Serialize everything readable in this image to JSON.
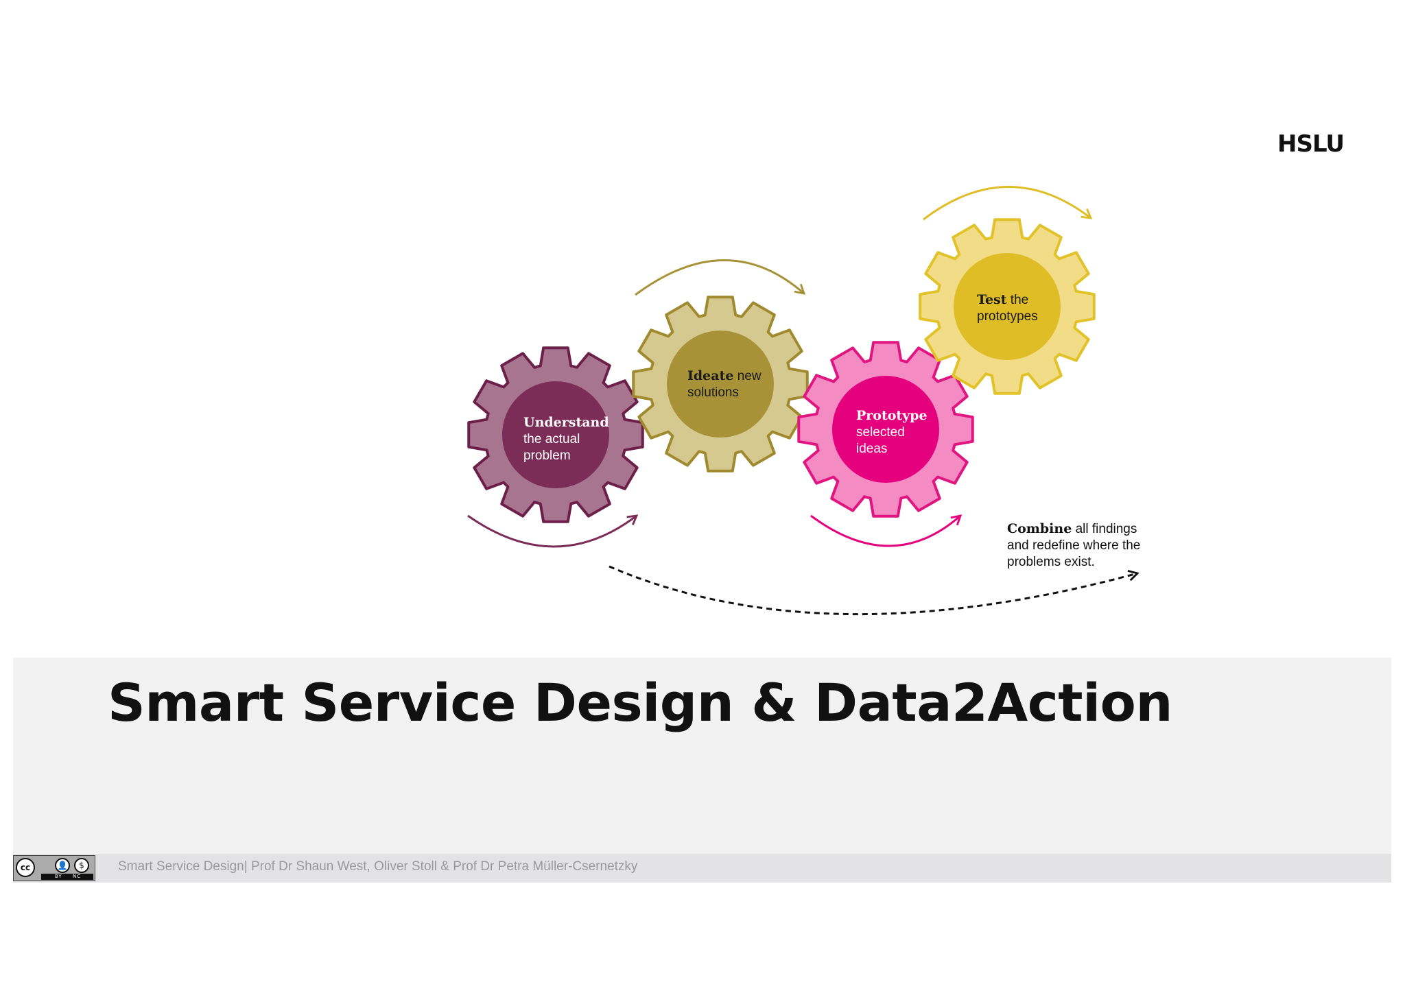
{
  "brand": {
    "logo_text": "HSLU"
  },
  "gears": [
    {
      "id": "understand",
      "title": "Understand",
      "lines": [
        "the actual",
        "problem"
      ],
      "outer_color": "#a87590",
      "inner_color": "#7b2c57",
      "stroke_color": "#6b1f49",
      "text_color": "#ffffff",
      "title_inline": ""
    },
    {
      "id": "ideate",
      "title": "Ideate",
      "title_inline": " new",
      "lines": [
        "solutions"
      ],
      "outer_color": "#d6c98f",
      "inner_color": "#a89238",
      "stroke_color": "#a08a30",
      "text_color": "#1a1a1a"
    },
    {
      "id": "prototype",
      "title": "Prototype",
      "lines": [
        "selected",
        "ideas"
      ],
      "outer_color": "#f48bc3",
      "inner_color": "#e5007e",
      "stroke_color": "#e0157f",
      "text_color": "#ffffff",
      "title_inline": ""
    },
    {
      "id": "test",
      "title": "Test",
      "title_inline": " the",
      "lines": [
        "prototypes"
      ],
      "outer_color": "#f2dc88",
      "inner_color": "#dfbd26",
      "stroke_color": "#e1c229",
      "text_color": "#1a1a1a"
    }
  ],
  "arrows": {
    "understand_color": "#7b2c57",
    "ideate_color": "#a89238",
    "prototype_color": "#e5007e",
    "test_color": "#dfbd26",
    "combine_color": "#111111"
  },
  "combine": {
    "bold": "Combine",
    "rest": " all findings",
    "lines": [
      "and redefine where the",
      "problems exist."
    ]
  },
  "slide": {
    "title": "Smart Service Design & Data2Action"
  },
  "footer": {
    "text": "Smart Service Design| Prof Dr Shaun West, Oliver Stoll & Prof Dr Petra Müller-Csernetzky"
  },
  "license": {
    "badge": "cc",
    "labels": [
      "BY",
      "NC"
    ]
  }
}
